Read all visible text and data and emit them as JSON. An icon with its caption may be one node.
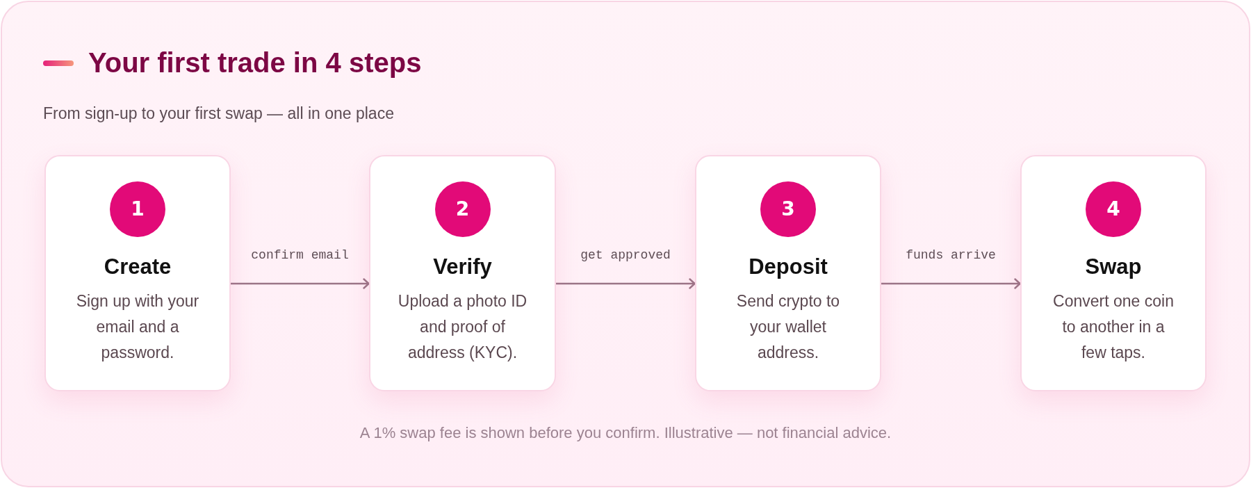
{
  "diagram": {
    "title": "Your first trade in 4 steps",
    "nodes": [
      {
        "text": [
          "Create",
          "Sign up with your email and a password."
        ]
      },
      {
        "text": [
          "1"
        ],
        "in": 0
      },
      {
        "text": [
          "Verify",
          "Upload a photo ID and proof of address (KYC)."
        ]
      },
      {
        "text": [
          "2"
        ],
        "in": 2
      },
      {
        "text": [
          "Deposit",
          "Send crypto to your wallet address."
        ]
      },
      {
        "text": [
          "3"
        ],
        "in": 4
      },
      {
        "text": [
          "Swap",
          "Convert one coin to another in a few taps."
        ]
      },
      {
        "text": [
          "4"
        ],
        "in": 6
      }
    ],
    "edges": [
      {
        "from": 0,
        "to": 2,
        "arrow": "to",
        "label": "confirm email"
      },
      {
        "from": 2,
        "to": 4,
        "arrow": "to",
        "label": "get approved"
      },
      {
        "from": 4,
        "to": 6,
        "arrow": "to",
        "label": "funds arrive"
      }
    ],
    "labels": [
      "From sign-up to your first swap — all in one place",
      "A 1% swap fee is shown before you confirm. Illustrative — not financial advice."
    ]
  }
}
